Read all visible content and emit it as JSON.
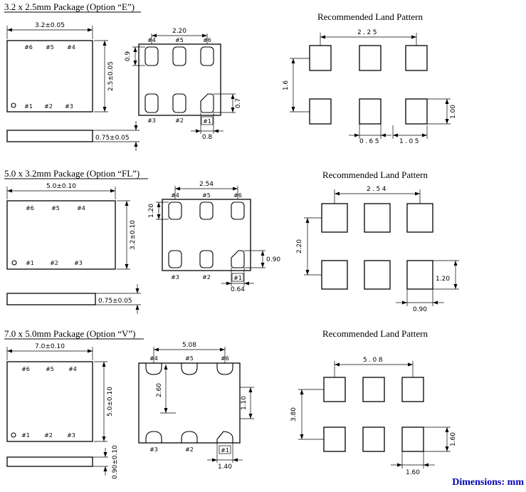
{
  "footer": {
    "note": "Dimensions: mm",
    "color": "#0000b4"
  },
  "sections": [
    {
      "title": "3.2 x 2.5mm Package (Option “E”)",
      "land_pattern_title": "Recommended Land Pattern",
      "package_view": {
        "width_dim": "3.2±0.05",
        "height_dim": "2.5±0.05",
        "thickness_dim": "0.75±0.05",
        "top_pins": [
          "#6",
          "#5",
          "#4"
        ],
        "bottom_pins": [
          "#1",
          "#2",
          "#3"
        ]
      },
      "pad_view": {
        "width_dim": "2.20",
        "pad_height_dim": "0.9",
        "corner_pad_height_dim": "0.7",
        "corner_pad_width_dim": "0.8",
        "top_pins": [
          "#4",
          "#5",
          "#6"
        ],
        "bottom_pins": [
          "#3",
          "#2",
          "#1"
        ]
      },
      "land_pattern": {
        "span_dim": "2.25",
        "row_pitch_dim": "1.6",
        "pad_height_dim": "1.00",
        "pad_width_dim": "0.65",
        "col_pitch_dim": "1.05"
      }
    },
    {
      "title": "5.0 x 3.2mm Package (Option “FL”)",
      "land_pattern_title": "Recommended Land Pattern",
      "package_view": {
        "width_dim": "5.0±0.10",
        "height_dim": "3.2±0.10",
        "thickness_dim": "0.75±0.05",
        "top_pins": [
          "#6",
          "#5",
          "#4"
        ],
        "bottom_pins": [
          "#1",
          "#2",
          "#3"
        ]
      },
      "pad_view": {
        "width_dim": "2.54",
        "pad_height_dim": "1.20",
        "corner_pad_height_dim": "0.90",
        "corner_pad_width_dim": "0.64",
        "top_pins": [
          "#4",
          "#5",
          "#6"
        ],
        "bottom_pins": [
          "#3",
          "#2",
          "#1"
        ]
      },
      "land_pattern": {
        "span_dim": "2.54",
        "row_pitch_dim": "2.20",
        "pad_height_dim": "1.20",
        "pad_width_dim": "0.90"
      }
    },
    {
      "title": "7.0 x 5.0mm Package (Option “V”)",
      "land_pattern_title": "Recommended Land Pattern",
      "package_view": {
        "width_dim": "7.0±0.10",
        "height_dim": "5.0±0.10",
        "thickness_dim": "0.90±0.10",
        "top_pins": [
          "#6",
          "#5",
          "#4"
        ],
        "bottom_pins": [
          "#1",
          "#2",
          "#3"
        ]
      },
      "pad_view": {
        "width_dim": "5.08",
        "pad_height_dim": "2.60",
        "corner_pad_height_dim": "1.10",
        "corner_pad_width_dim": "1.40",
        "top_pins": [
          "#4",
          "#5",
          "#6"
        ],
        "bottom_pins": [
          "#3",
          "#2",
          "#1"
        ]
      },
      "land_pattern": {
        "span_dim": "5.08",
        "row_pitch_dim": "3.80",
        "pad_height_dim": "1.60",
        "pad_width_dim": "1.60"
      }
    }
  ]
}
